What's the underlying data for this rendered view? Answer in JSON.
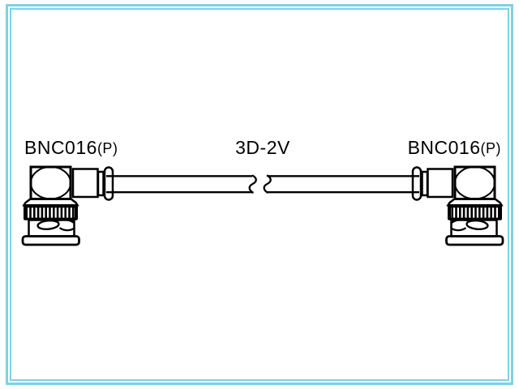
{
  "frame": {
    "border_color": "#7ed1e6",
    "background_color": "#ffffff"
  },
  "diagram": {
    "line_color": "#000000",
    "left_connector_label": {
      "main": "BNC016",
      "suffix": "(P)"
    },
    "cable_label": "3D-2V",
    "right_connector_label": {
      "main": "BNC016",
      "suffix": "(P)"
    }
  }
}
